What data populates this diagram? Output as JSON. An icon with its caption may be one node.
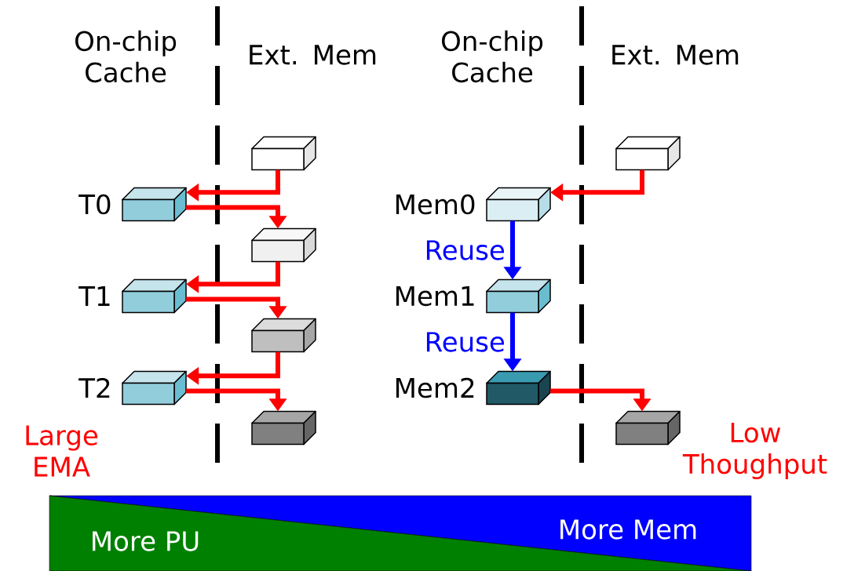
{
  "diagram": {
    "nodes": [
      {
        "text": [],
        "shape": "box"
      },
      {
        "text": [],
        "shape": "box",
        "beside": [
          "T0"
        ]
      },
      {
        "text": [],
        "shape": "box"
      },
      {
        "text": [],
        "shape": "box",
        "beside": [
          "T1"
        ]
      },
      {
        "text": [],
        "shape": "box"
      },
      {
        "text": [],
        "shape": "box",
        "beside": [
          "T2"
        ]
      },
      {
        "text": [],
        "shape": "box"
      },
      {
        "text": [],
        "shape": "box"
      },
      {
        "text": [],
        "shape": "box",
        "beside": [
          "Mem0"
        ]
      },
      {
        "text": [],
        "shape": "box",
        "beside": [
          "Mem1"
        ]
      },
      {
        "text": [],
        "shape": "box",
        "beside": [
          "Mem2"
        ]
      },
      {
        "text": [],
        "shape": "box"
      },
      {
        "text": [
          "More PU"
        ]
      },
      {
        "text": [
          "More Mem"
        ]
      }
    ],
    "edges": [
      {
        "from": 0,
        "to": 1,
        "arrow": "to"
      },
      {
        "from": 1,
        "to": 2,
        "arrow": "to"
      },
      {
        "from": 2,
        "to": 3,
        "arrow": "to"
      },
      {
        "from": 3,
        "to": 4,
        "arrow": "to"
      },
      {
        "from": 4,
        "to": 5,
        "arrow": "to"
      },
      {
        "from": 5,
        "to": 6,
        "arrow": "to"
      },
      {
        "from": 7,
        "to": 8,
        "arrow": "to"
      },
      {
        "from": 8,
        "to": 9,
        "arrow": "to",
        "label": "Reuse",
        "color": "#0000ff"
      },
      {
        "from": 9,
        "to": 10,
        "arrow": "to",
        "label": "Reuse",
        "color": "#0000ff"
      },
      {
        "from": 10,
        "to": 11,
        "arrow": "to"
      }
    ],
    "labels": [
      "On-chip Cache",
      "Ext. Mem",
      "On-chip Cache",
      "Ext. Mem",
      "Large EMA",
      "Low Thoughput"
    ]
  }
}
